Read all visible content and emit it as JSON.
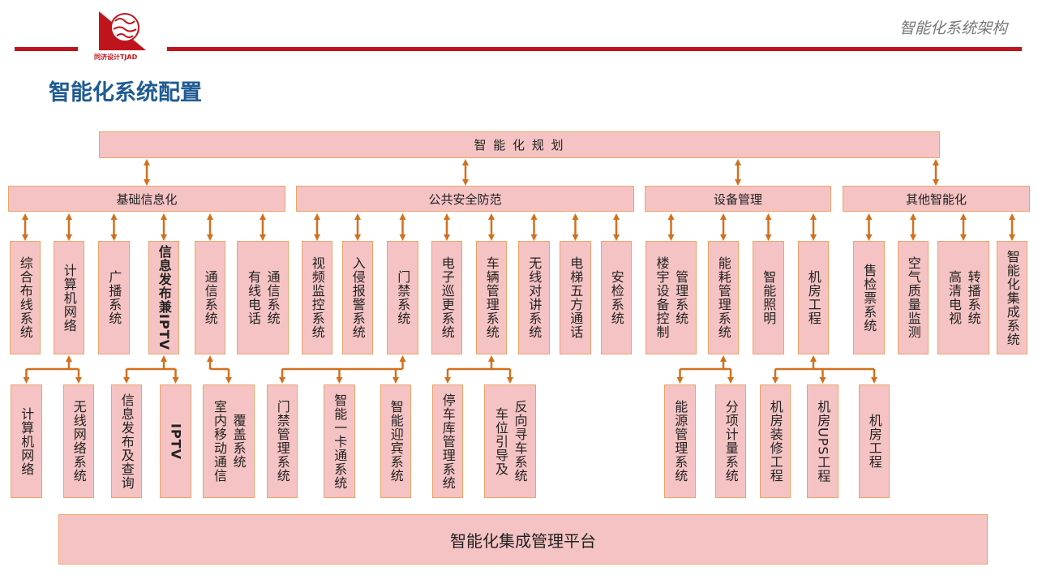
{
  "header": {
    "section_title": "智能化系统架构",
    "page_title": "智能化系统配置",
    "logo_text": "同济设计TJAD"
  },
  "root": "智 能 化 规 划",
  "categories": [
    "基础信息化",
    "公共安全防范",
    "设备管理",
    "其他智能化"
  ],
  "level3": [
    {
      "cols": [
        "综合布线系统"
      ]
    },
    {
      "cols": [
        "计算机网络"
      ]
    },
    {
      "cols": [
        "广播系统"
      ]
    },
    {
      "cols": [
        "信息发布兼IPTV"
      ]
    },
    {
      "cols": [
        "通信系统"
      ]
    },
    {
      "cols": [
        "有线电话",
        "通信系统"
      ]
    },
    {
      "cols": [
        "视频监控系统"
      ]
    },
    {
      "cols": [
        "入侵报警系统"
      ]
    },
    {
      "cols": [
        "门禁系统"
      ]
    },
    {
      "cols": [
        "电子巡更系统"
      ]
    },
    {
      "cols": [
        "车辆管理系统"
      ]
    },
    {
      "cols": [
        "无线对讲系统"
      ]
    },
    {
      "cols": [
        "电梯五方通话"
      ]
    },
    {
      "cols": [
        "安检系统"
      ]
    },
    {
      "cols": [
        "楼宇设备控制",
        "管理系统"
      ]
    },
    {
      "cols": [
        "能耗管理系统"
      ]
    },
    {
      "cols": [
        "智能照明"
      ]
    },
    {
      "cols": [
        "机房工程"
      ]
    },
    {
      "cols": [
        "售检票系统"
      ]
    },
    {
      "cols": [
        "空气质量监测"
      ]
    },
    {
      "cols": [
        "高清电视",
        "转播系统"
      ]
    },
    {
      "cols": [
        "智能化集成系统"
      ]
    }
  ],
  "level4": [
    {
      "cols": [
        "计算机网络"
      ]
    },
    {
      "cols": [
        "无线网络系统"
      ]
    },
    {
      "cols": [
        "信息发布及查询"
      ]
    },
    {
      "cols": [
        "IPTV"
      ]
    },
    {
      "cols": [
        "室内移动通信",
        "覆盖系统"
      ]
    },
    {
      "cols": [
        "门禁管理系统"
      ]
    },
    {
      "cols": [
        "智能一卡通系统"
      ]
    },
    {
      "cols": [
        "智能迎宾系统"
      ]
    },
    {
      "cols": [
        "停车库管理系统"
      ]
    },
    {
      "cols": [
        "车位引导及",
        "反向寻车系统"
      ]
    },
    {
      "cols": [
        "能源管理系统"
      ]
    },
    {
      "cols": [
        "分项计量系统"
      ]
    },
    {
      "cols": [
        "机房装修工程"
      ]
    },
    {
      "cols": [
        "机房UPS工程"
      ]
    },
    {
      "cols": [
        "机房工程"
      ]
    }
  ],
  "platform": "智能化集成管理平台",
  "colors": {
    "box_fill": "#f5c3c3",
    "box_border": "#eba46a",
    "arrow": "#d2701e",
    "title": "#1f5b93",
    "rule": "#c0141c"
  }
}
